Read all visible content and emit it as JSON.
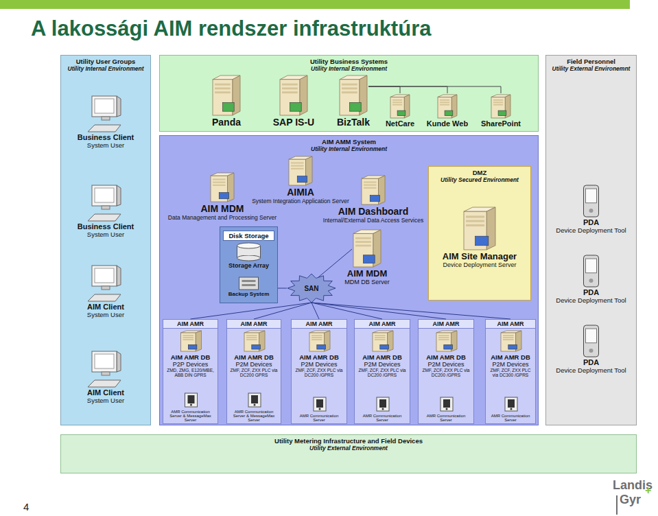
{
  "diagram": {
    "title": "A lakossági AIM rendszer infrastruktúra",
    "nodes": [
      {
        "text": [
          "Utility User Groups",
          "Utility Internal Environment"
        ]
      },
      {
        "text": [
          "Business Client",
          "System User"
        ],
        "in": 0
      },
      {
        "text": [
          "Business Client",
          "System User"
        ],
        "in": 0
      },
      {
        "text": [
          "AIM Client",
          "System User"
        ],
        "in": 0
      },
      {
        "text": [
          "AIM Client",
          "System User"
        ],
        "in": 0
      },
      {
        "text": [
          "Utility Business Systems",
          "Utility Internal Environment"
        ]
      },
      {
        "text": [
          "Panda"
        ],
        "in": 5
      },
      {
        "text": [
          "SAP IS-U"
        ],
        "in": 5
      },
      {
        "text": [
          "BizTalk"
        ],
        "in": 5
      },
      {
        "text": [
          "NetCare"
        ],
        "in": 5
      },
      {
        "text": [
          "Kunde Web"
        ],
        "in": 5
      },
      {
        "text": [
          "SharePoint"
        ],
        "in": 5
      },
      {
        "text": [
          "Field Personnel",
          "Utility External Environemnt"
        ]
      },
      {
        "text": [
          "PDA",
          "Device Deployment Tool"
        ],
        "in": 12
      },
      {
        "text": [
          "PDA",
          "Device Deployment Tool"
        ],
        "in": 12
      },
      {
        "text": [
          "PDA",
          "Device Deployment Tool"
        ],
        "in": 12
      },
      {
        "text": [
          "AIM AMM System",
          "Utility Internal Environment"
        ]
      },
      {
        "text": [
          "AIM MDM",
          "Data Management and Processing Server"
        ],
        "in": 16
      },
      {
        "text": [
          "AIMIA",
          "System Integration Application Server"
        ],
        "in": 16
      },
      {
        "text": [
          "AIM Dashboard",
          "Internal/External Data Access Services"
        ],
        "in": 16
      },
      {
        "text": [
          "DMZ",
          "Utility Secured Environment"
        ],
        "in": 16
      },
      {
        "text": [
          "AIM Site Manager",
          "Device Deployment Server"
        ],
        "in": 20
      },
      {
        "text": [
          "Disk Storage"
        ],
        "in": 16
      },
      {
        "text": [
          "Storage Array"
        ],
        "in": 22
      },
      {
        "text": [
          "Backup System"
        ],
        "in": 22
      },
      {
        "text": [
          "SAN"
        ],
        "in": 16
      },
      {
        "text": [
          "AIM MDM",
          "MDM DB Server"
        ],
        "in": 16
      },
      {
        "text": [
          "AIM AMR",
          "AIM AMR DB",
          "P2P Devices",
          "ZMD, ZMG, E120/MBE, ABB DIN GPRS",
          "AMR Communication Server & MessageMax Server"
        ],
        "in": 16
      },
      {
        "text": [
          "AIM AMR",
          "AIM AMR DB",
          "P2M Devices",
          "ZMF, ZCF, ZXX PLC via DC200 GPRS",
          "AMR Communication Server & MessageMax Server"
        ],
        "in": 16
      },
      {
        "text": [
          "AIM AMR",
          "AIM AMR DB",
          "P2M Devices",
          "ZMF, ZCF, ZXX PLC via DC200 /GPRS",
          "AMR Communication Server"
        ],
        "in": 16
      },
      {
        "text": [
          "AIM AMR",
          "AIM AMR DB",
          "P2M Devices",
          "ZMF, ZCF, ZXX PLC via DC200 /GPRS",
          "AMR Communication Server"
        ],
        "in": 16
      },
      {
        "text": [
          "AIM AMR",
          "AIM AMR DB",
          "P2M Devices",
          "ZMF, ZCF, ZXX PLC via DC200 /GPRS",
          "AMR Communication Server"
        ],
        "in": 16
      },
      {
        "text": [
          "AIM AMR",
          "AIM AMR DB",
          "P2M Devices",
          "ZMF, ZCF, ZXX PLC via DC300 /GPRS",
          "AMR Communication Server"
        ],
        "in": 16
      },
      {
        "text": [
          "Utility Metering Infrastructure and Field Devices",
          "Utility External Environment"
        ]
      }
    ],
    "edges": [
      {
        "from": 8,
        "to": 9,
        "arrow": "none"
      },
      {
        "from": 8,
        "to": 10,
        "arrow": "none"
      },
      {
        "from": 8,
        "to": 11,
        "arrow": "none"
      },
      {
        "from": 22,
        "to": 25,
        "arrow": "none"
      },
      {
        "from": 25,
        "to": 26,
        "arrow": "none"
      },
      {
        "from": 25,
        "to": 27,
        "arrow": "none"
      },
      {
        "from": 25,
        "to": 28,
        "arrow": "none"
      },
      {
        "from": 25,
        "to": 29,
        "arrow": "none"
      },
      {
        "from": 25,
        "to": 30,
        "arrow": "none"
      },
      {
        "from": 25,
        "to": 31,
        "arrow": "none"
      },
      {
        "from": 25,
        "to": 32,
        "arrow": "none"
      }
    ],
    "labels": [
      "4",
      "Landis",
      "Gyr",
      "+"
    ]
  }
}
